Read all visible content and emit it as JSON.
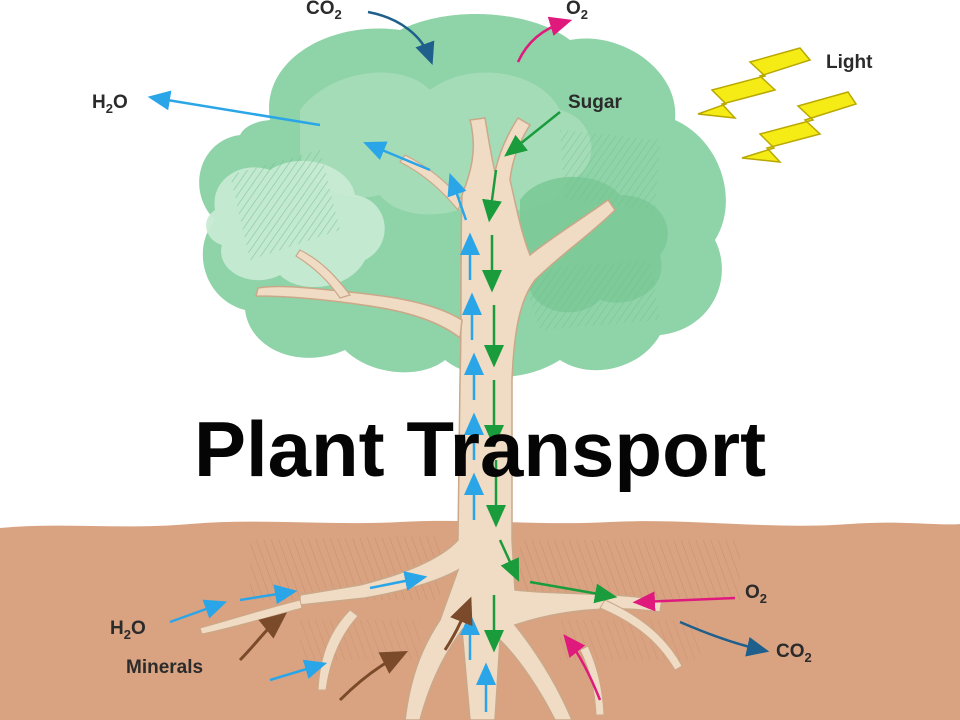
{
  "title": "Plant Transport",
  "labels": {
    "co2_top": {
      "main": "CO",
      "sub": "2"
    },
    "o2_top": {
      "main": "O",
      "sub": "2"
    },
    "h2o_top": {
      "main": "H",
      "sub": "2",
      "tail": "O"
    },
    "light": "Light",
    "sugar": "Sugar",
    "h2o_bottom": {
      "main": "H",
      "sub": "2",
      "tail": "O"
    },
    "minerals": "Minerals",
    "o2_bottom": {
      "main": "O",
      "sub": "2"
    },
    "co2_bottom": {
      "main": "CO",
      "sub": "2"
    }
  },
  "colors": {
    "water_flow": "#2aa6e8",
    "sugar_flow": "#1a9c3c",
    "oxygen_flow": "#e0197d",
    "co2_flow": "#1f5f8b",
    "mineral_flow": "#7a4a2a",
    "light_bolt": "#f5ec16",
    "canopy": "#8fd3a8",
    "trunk": "#f0dcc4",
    "soil": "#d9a382"
  }
}
